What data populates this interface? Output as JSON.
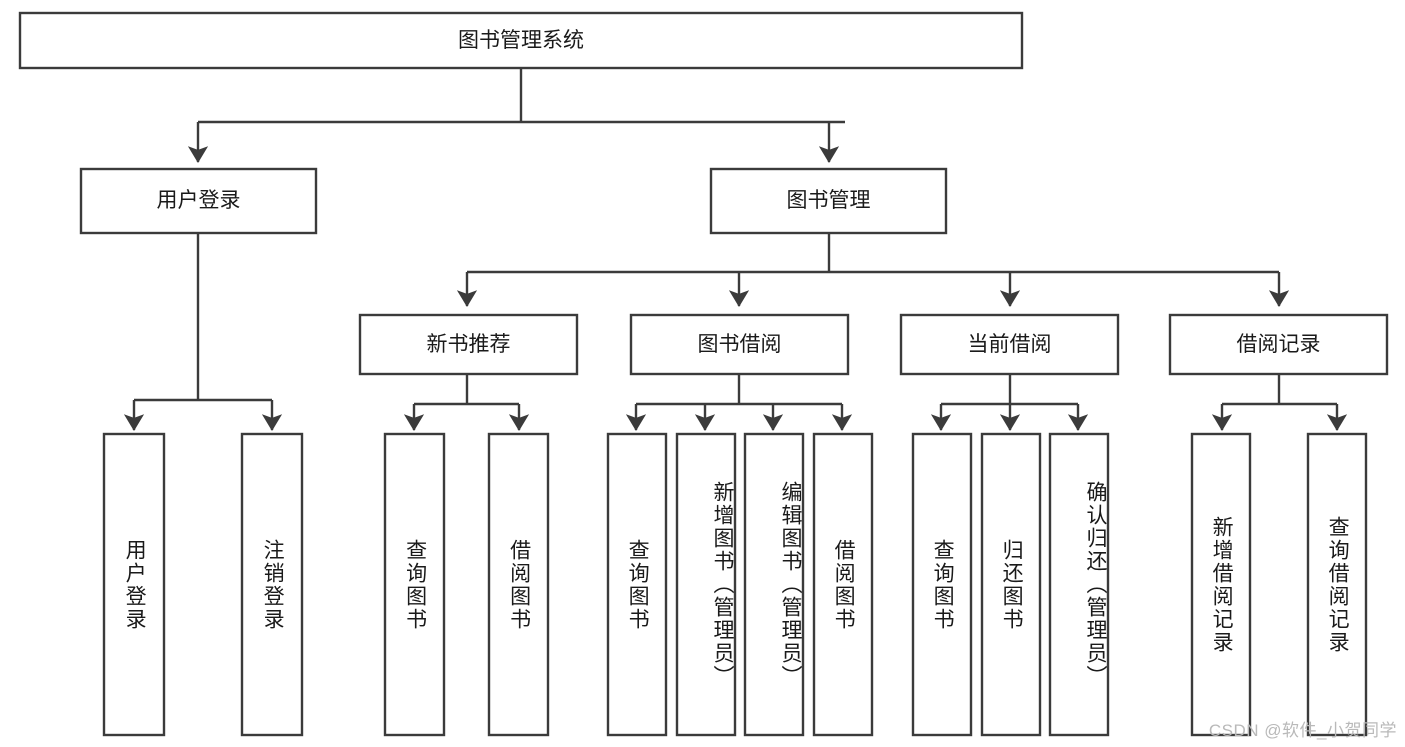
{
  "diagram": {
    "title": "图书管理系统",
    "type": "tree-hierarchy",
    "watermark": "CSDN @软件_小贺同学",
    "colors": {
      "stroke": "#3b3b3b",
      "box_fill": "#ffffff",
      "text": "#1a1a1a",
      "background": "#ffffff",
      "watermark": "#b9b9b9"
    }
  },
  "nodes": {
    "root": {
      "label": "图书管理系统"
    },
    "level2": [
      {
        "label": "用户登录"
      },
      {
        "label": "图书管理"
      }
    ],
    "level3": [
      {
        "label": "新书推荐"
      },
      {
        "label": "图书借阅"
      },
      {
        "label": "当前借阅"
      },
      {
        "label": "借阅记录"
      }
    ],
    "leaves": {
      "user_login": [
        {
          "label": "用户登录"
        },
        {
          "label": "注销登录"
        }
      ],
      "new_book_recommend": [
        {
          "label": "查询图书"
        },
        {
          "label": "借阅图书"
        }
      ],
      "book_borrow": [
        {
          "label": "查询图书"
        },
        {
          "label": "新增图书（管理员）"
        },
        {
          "label": "编辑图书（管理员）"
        },
        {
          "label": "借阅图书"
        }
      ],
      "current_borrow": [
        {
          "label": "查询图书"
        },
        {
          "label": "归还图书"
        },
        {
          "label": "确认归还（管理员）"
        }
      ],
      "borrow_records": [
        {
          "label": "新增借阅记录"
        },
        {
          "label": "查询借阅记录"
        }
      ]
    }
  }
}
